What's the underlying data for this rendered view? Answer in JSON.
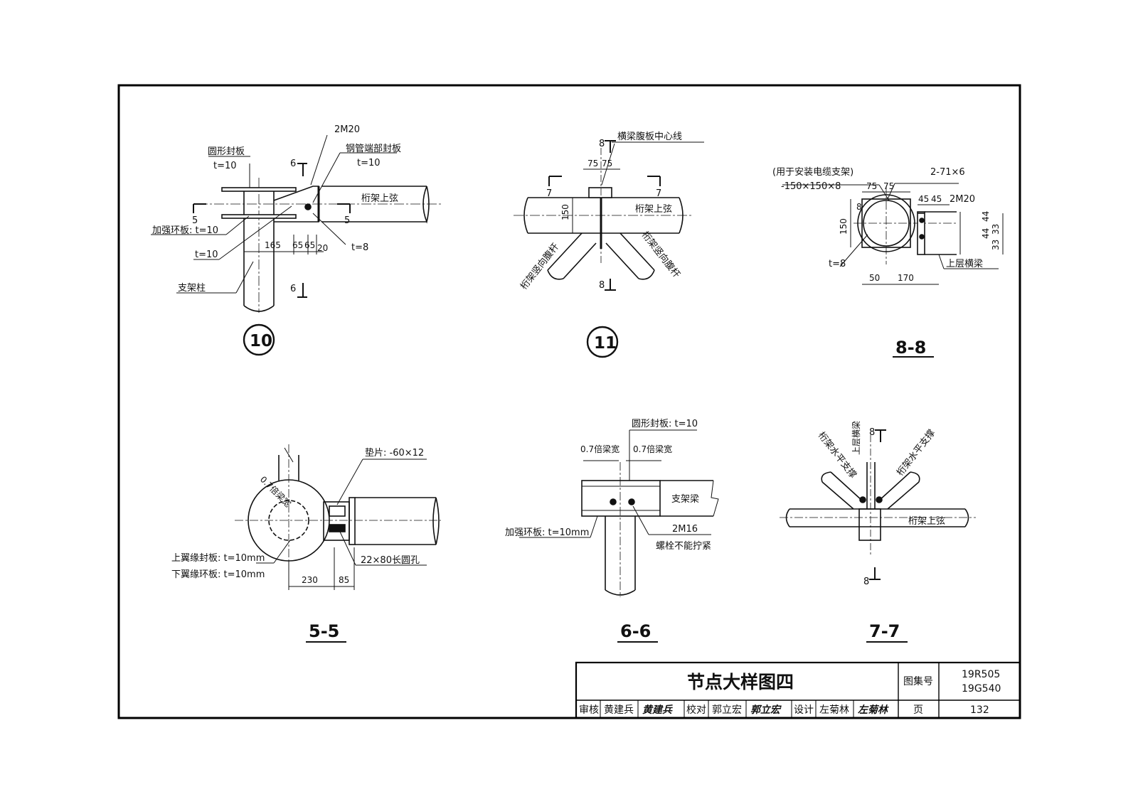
{
  "sheet": {
    "title": "节点大样图四",
    "atlas_label": "图集号",
    "atlas_numbers": [
      "19R505",
      "19G540"
    ],
    "page_label": "页",
    "page_number": "132",
    "review_label": "审核",
    "reviewer": "黄建兵",
    "reviewer_signature": "黄建兵",
    "check_label": "校对",
    "checker": "郭立宏",
    "checker_signature": "郭立宏",
    "design_label": "设计",
    "designer": "左菊林",
    "designer_signature": "左菊林"
  },
  "details": {
    "d10": {
      "marker": "10",
      "labels": {
        "bolt": "2M20",
        "round_cap": "圆形封板",
        "round_cap_t": "t=10",
        "pipe_end_plate": "钢管端部封板",
        "pipe_end_plate_t": "t=10",
        "truss_top_chord": "桁架上弦",
        "stiff_ring": "加强环板: t=10",
        "t10": "t=10",
        "t8": "t=8",
        "column": "支架柱"
      },
      "dims": [
        "165",
        "65",
        "65",
        "20"
      ],
      "section_5": "5",
      "section_6": "6"
    },
    "d11": {
      "marker": "11",
      "labels": {
        "web_centerline": "横梁腹板中心线",
        "top_chord": "桁架上弦",
        "vertical_web_left": "桁架竖向腹杆",
        "vertical_web_right": "桁架竖向腹杆"
      },
      "dims": [
        "75",
        "75",
        "150"
      ],
      "section_7": "7",
      "section_8": "8"
    },
    "s88": {
      "caption": "8-8",
      "labels": {
        "purpose": "(用于安装电缆支架)",
        "plate": "-150×150×8",
        "stiffeners": "2-71×6",
        "bolt": "2M20",
        "t8": "t=8",
        "upper_beam": "上层横梁"
      },
      "dims": [
        "75",
        "75",
        "45",
        "45",
        "150",
        "8",
        "50",
        "170",
        "44",
        "44",
        "33",
        "33"
      ]
    },
    "s55": {
      "caption": "5-5",
      "labels": {
        "pad": "垫片: -60×12",
        "ratio": "0.7倍梁宽",
        "top_flange": "上翼缘封板: t=10mm",
        "bottom_flange": "下翼缘环板: t=10mm",
        "slot": "22×80长圆孔"
      },
      "dims": [
        "230",
        "85"
      ]
    },
    "s66": {
      "caption": "6-6",
      "labels": {
        "round_cap": "圆形封板: t=10",
        "ratio_left": "0.7倍梁宽",
        "ratio_right": "0.7倍梁宽",
        "beam": "支架梁",
        "stiff_ring": "加强环板: t=10mm",
        "bolt": "2M16",
        "note": "螺栓不能拧紧"
      }
    },
    "s77": {
      "caption": "7-7",
      "labels": {
        "brace_left": "桁架水平支撑",
        "upper_beam": "上层横梁",
        "brace_right": "桁架水平支撑",
        "top_chord": "桁架上弦"
      },
      "section_8": "8"
    }
  }
}
